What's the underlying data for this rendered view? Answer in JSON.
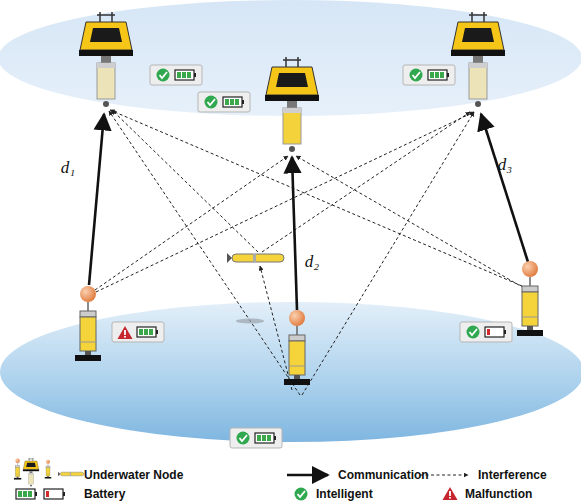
{
  "diagram": {
    "labels": [
      "d₁",
      "d₂",
      "d₃"
    ],
    "legend": [
      {
        "text": "Underwater Node"
      },
      {
        "text": "Communication"
      },
      {
        "text": "Interference"
      },
      {
        "text": "Battery"
      },
      {
        "text": "Intelligent"
      },
      {
        "text": "Malfunction"
      }
    ]
  }
}
